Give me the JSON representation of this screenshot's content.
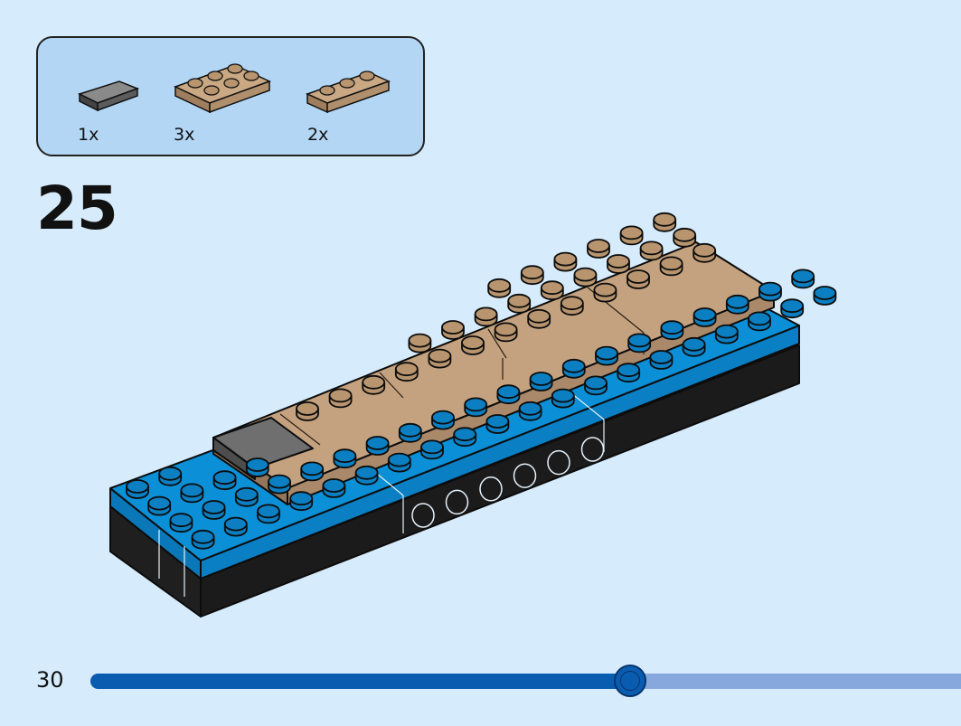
{
  "parts_list": [
    {
      "icon": "dark-grey-tile-icon",
      "color": "#6b6b6b",
      "quantity": "1x"
    },
    {
      "icon": "tan-plate-2x3-icon",
      "color": "#c4a27f",
      "quantity": "3x"
    },
    {
      "icon": "tan-plate-1x3-icon",
      "color": "#c4a27f",
      "quantity": "2x"
    }
  ],
  "step": {
    "number": "25"
  },
  "model": {
    "base_color": "#0b8fd6",
    "side_color": "#1b1b1b",
    "tan_color": "#c4a27f",
    "tile_color": "#6b6b6b"
  },
  "footer": {
    "page_number": "30",
    "progress_fraction": 0.62,
    "fill_color": "#0a5cb0",
    "track_color": "#86a8dd"
  }
}
